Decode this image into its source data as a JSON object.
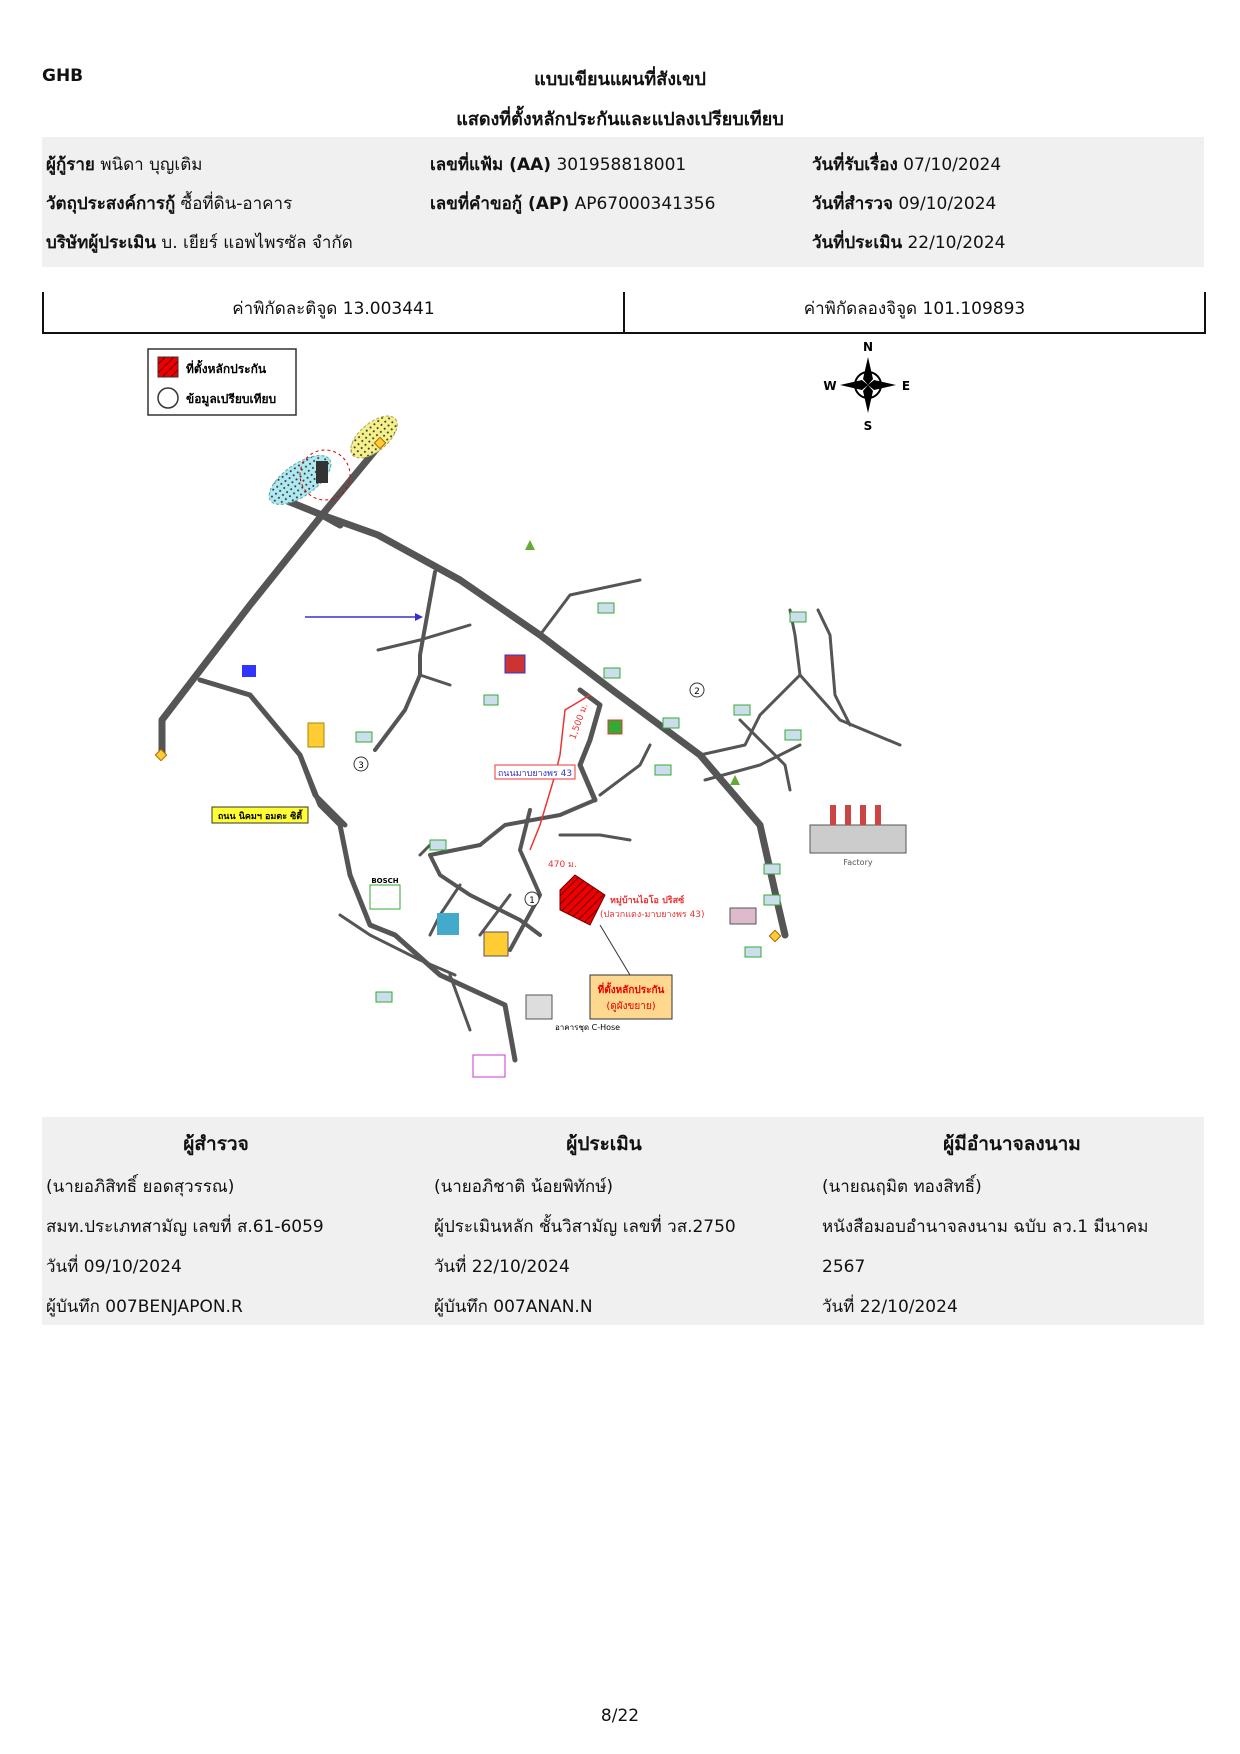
{
  "header": {
    "code": "GHB",
    "title1": "แบบเขียนแผนที่สังเขป",
    "title2": "แสดงที่ตั้งหลักประกันและแปลงเปรียบเทียบ"
  },
  "info": {
    "borrower_label": "ผู้กู้ราย",
    "borrower_value": "พนิดา บุญเติม",
    "file_label": "เลขที่แฟ้ม (AA)",
    "file_value": "301958818001",
    "received_label": "วันที่รับเรื่อง",
    "received_value": "07/10/2024",
    "purpose_label": "วัตถุประสงค์การกู้",
    "purpose_value": "ซื้อที่ดิน-อาคาร",
    "request_label": "เลขที่คำขอกู้ (AP)",
    "request_value": "AP67000341356",
    "survey_label": "วันที่สำรวจ",
    "survey_value": "09/10/2024",
    "company_label": "บริษัทผู้ประเมิน",
    "company_value": "บ. เยียร์ แอพไพรซัล จำกัด",
    "appraisal_label": "วันที่ประเมิน",
    "appraisal_value": "22/10/2024"
  },
  "coords": {
    "lat": "ค่าพิกัดละติจูด 13.003441",
    "lng": "ค่าพิกัดลองจิจูด 101.109893"
  },
  "map": {
    "legend_collateral": "ที่ตั้งหลักประกัน",
    "legend_compare": "ข้อมูลเปรียบเทียบ",
    "compass_n": "N",
    "compass_s": "S",
    "compass_e": "E",
    "compass_w": "W",
    "label_road": "ถนน นิคมฯ อมตะ ซิตี้",
    "label_site_1": "ที่ตั้งหลักประกัน",
    "label_site_2": "(ดูผังขยาย)",
    "label_village_1": "หมู่บ้านไอโอ ปริสซ์",
    "label_village_2": "(ปลวกแดง-มาบยางพร 43)",
    "label_road43": "ถนนมาบยางพร 43",
    "label_factory": "Factory",
    "label_distance": "1,500 ม.",
    "label_470": "470 ม.",
    "label_bosch": "BOSCH",
    "label_chose": "อาคารชุด C-Hose",
    "compare_1": "1",
    "compare_2": "2",
    "compare_3": "3",
    "icon_collateral": "hatched-red-square-icon",
    "icon_compare": "circle-icon",
    "icon_compass": "compass-icon"
  },
  "signatures": {
    "surveyor": {
      "title": "ผู้สำรวจ",
      "name": "(นายอภิสิทธิ์ ยอดสุวรรณ)",
      "line2": "สมท.ประเภทสามัญ เลขที่ ส.61-6059",
      "line3": "วันที่ 09/10/2024",
      "line4": "ผู้บันทึก 007BENJAPON.R"
    },
    "appraiser": {
      "title": "ผู้ประเมิน",
      "name": "(นายอภิชาติ น้อยพิทักษ์)",
      "line2": "ผู้ประเมินหลัก ชั้นวิสามัญ เลขที่ วส.2750",
      "line3": "วันที่ 22/10/2024",
      "line4": "ผู้บันทึก 007ANAN.N"
    },
    "approver": {
      "title": "ผู้มีอำนาจลงนาม",
      "name": "(นายณฤมิต ทองสิทธิ์)",
      "line2": "หนังสือมอบอำนาจลงนาม ฉบับ ลว.1 มีนาคม",
      "line3": "2567",
      "line4": "วันที่ 22/10/2024"
    }
  },
  "footer": {
    "page": "8/22"
  }
}
